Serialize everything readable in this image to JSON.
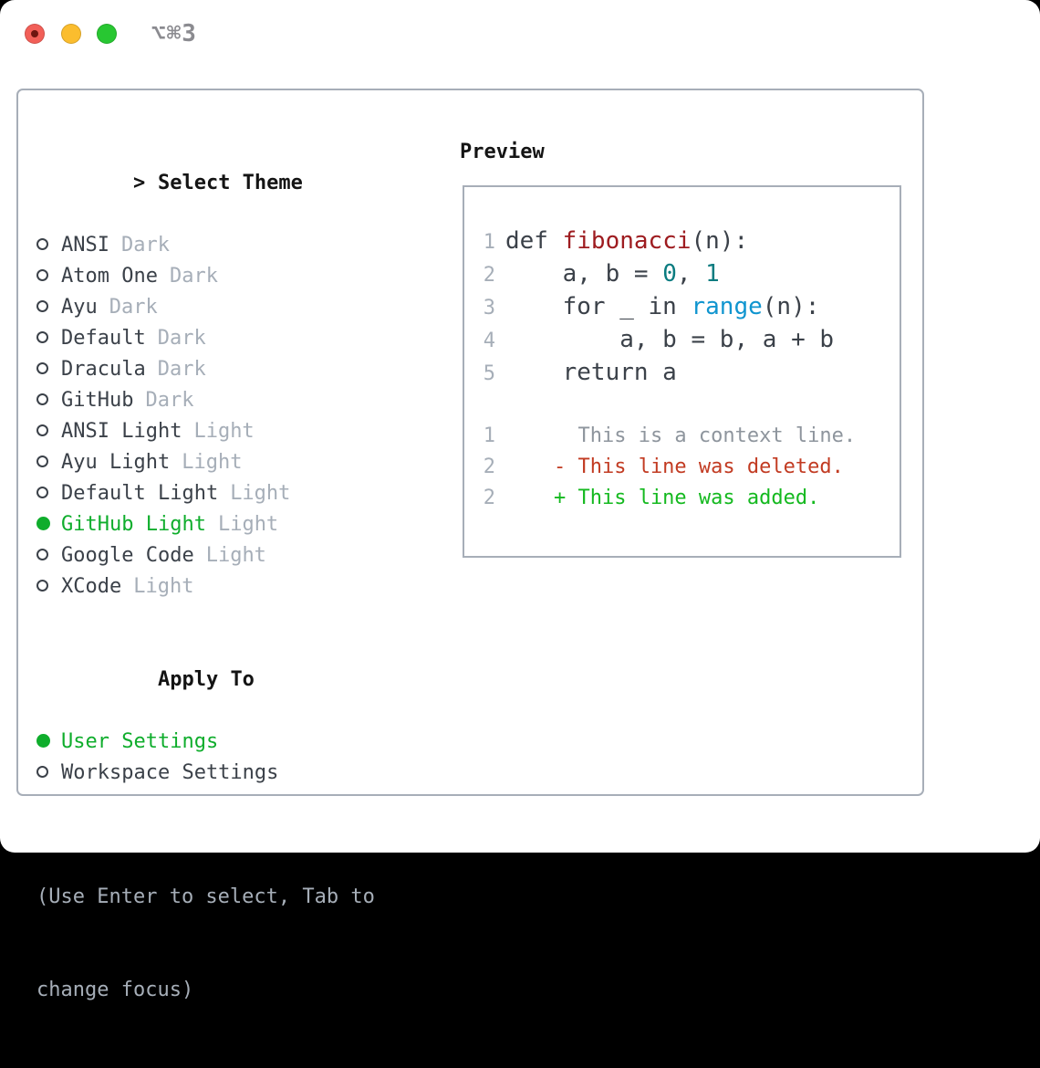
{
  "titlebar": {
    "title": "⌥⌘3"
  },
  "theme_select": {
    "marker": ">",
    "header": "Select Theme"
  },
  "themes": [
    {
      "name": "ANSI",
      "variant": "Dark",
      "selected": false
    },
    {
      "name": "Atom One",
      "variant": "Dark",
      "selected": false
    },
    {
      "name": "Ayu",
      "variant": "Dark",
      "selected": false
    },
    {
      "name": "Default",
      "variant": "Dark",
      "selected": false
    },
    {
      "name": "Dracula",
      "variant": "Dark",
      "selected": false
    },
    {
      "name": "GitHub",
      "variant": "Dark",
      "selected": false
    },
    {
      "name": "ANSI Light",
      "variant": "Light",
      "selected": false
    },
    {
      "name": "Ayu Light",
      "variant": "Light",
      "selected": false
    },
    {
      "name": "Default Light",
      "variant": "Light",
      "selected": false
    },
    {
      "name": "GitHub Light",
      "variant": "Light",
      "selected": true
    },
    {
      "name": "Google Code",
      "variant": "Light",
      "selected": false
    },
    {
      "name": "XCode",
      "variant": "Light",
      "selected": false
    }
  ],
  "apply_to": {
    "header": "Apply To",
    "options": [
      {
        "label": "User Settings",
        "selected": true
      },
      {
        "label": "Workspace Settings",
        "selected": false
      }
    ]
  },
  "help": {
    "line1": "(Use Enter to select, Tab to",
    "line2": "change focus)"
  },
  "preview": {
    "header": "Preview",
    "code_lines": [
      {
        "num": "1",
        "tokens": [
          {
            "text": "def ",
            "type": "plain"
          },
          {
            "text": "fibonacci",
            "type": "title"
          },
          {
            "text": "(n):",
            "type": "plain"
          }
        ]
      },
      {
        "num": "2",
        "tokens": [
          {
            "text": "    a, b = ",
            "type": "plain"
          },
          {
            "text": "0",
            "type": "number"
          },
          {
            "text": ", ",
            "type": "plain"
          },
          {
            "text": "1",
            "type": "number"
          }
        ]
      },
      {
        "num": "3",
        "tokens": [
          {
            "text": "    for _ in ",
            "type": "plain"
          },
          {
            "text": "range",
            "type": "builtin"
          },
          {
            "text": "(n):",
            "type": "plain"
          }
        ]
      },
      {
        "num": "4",
        "tokens": [
          {
            "text": "        a, b = b, a + b",
            "type": "plain"
          }
        ]
      },
      {
        "num": "5",
        "tokens": [
          {
            "text": "    return a",
            "type": "plain"
          }
        ]
      }
    ],
    "diff_lines": [
      {
        "num": "1",
        "text": "      This is a context line.",
        "type": "context"
      },
      {
        "num": "2",
        "text": "    - This line was deleted.",
        "type": "deleted"
      },
      {
        "num": "2",
        "text": "    + This line was added.",
        "type": "added"
      }
    ]
  },
  "colors": {
    "window_bg": "#ffffff",
    "outside_bg": "#000000",
    "panel_border": "#a7aeb8",
    "heading": "#141414",
    "text_dark": "#3b4149",
    "muted": "#a6aeb8",
    "accent_green": "#0fad2c",
    "diff_context": "#8e959d",
    "diff_deleted": "#c23b22",
    "diff_added": "#14b91f",
    "code_title": "#9e1c20",
    "code_number": "#0b7c80",
    "code_builtin": "#1095cf",
    "titlebar_text": "#8b8b90",
    "light_red": "#f25f58",
    "light_red_dot": "#6e1510",
    "light_yellow": "#fbbd2e",
    "light_green": "#28c732"
  }
}
